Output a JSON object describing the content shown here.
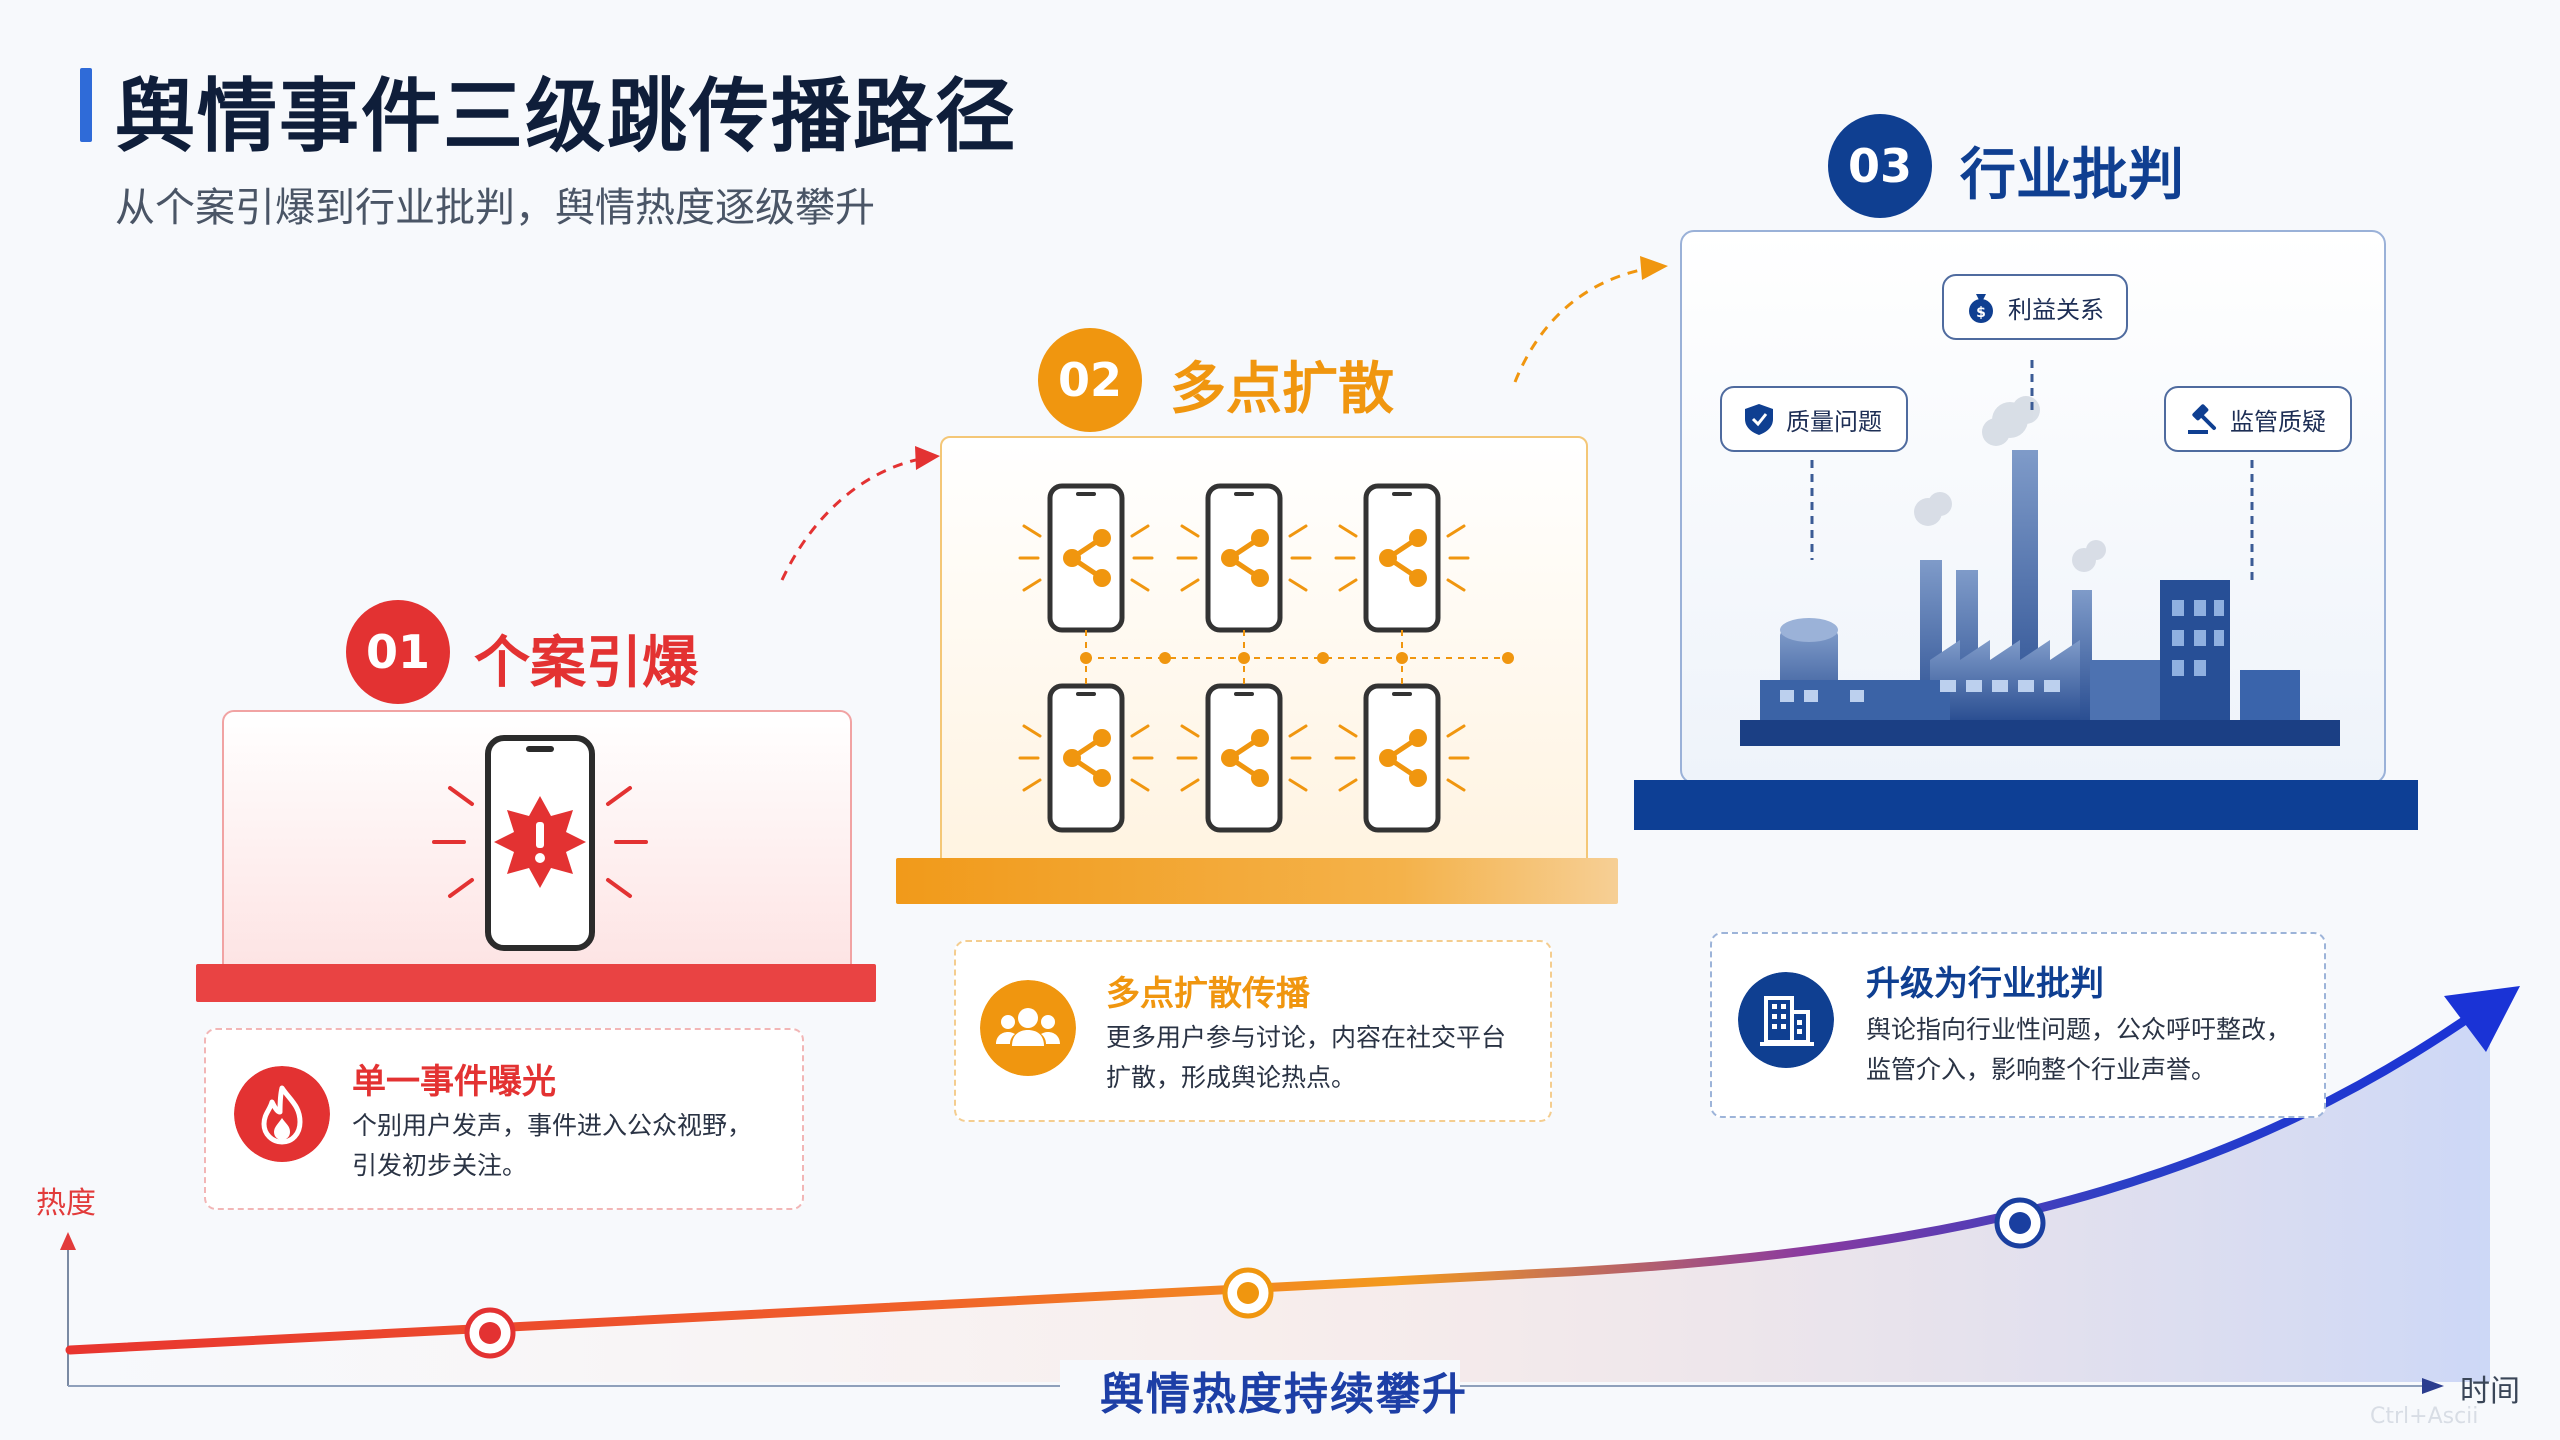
{
  "header": {
    "title": "舆情事件三级跳传播路径",
    "subtitle": "从个案引爆到行业批判，舆情热度逐级攀升"
  },
  "steps": [
    {
      "number": "01",
      "title": "个案引爆",
      "color": "#e33232",
      "card_title": "单一事件曝光",
      "card_desc": [
        "个别用户发声，事件进入公众视野，",
        "引发初步关注。"
      ],
      "icon": "fire-icon"
    },
    {
      "number": "02",
      "title": "多点扩散",
      "color": "#f0960f",
      "card_title": "多点扩散传播",
      "card_desc": [
        "更多用户参与讨论，内容在社交平台",
        "扩散，形成舆论热点。"
      ],
      "icon": "users-icon"
    },
    {
      "number": "03",
      "title": "行业批判",
      "color": "#0f3f91",
      "card_title": "升级为行业批判",
      "card_desc": [
        "舆论指向行业性问题，公众呼吁整改，",
        "监管介入，影响整个行业声誉。"
      ],
      "icon": "building-icon"
    }
  ],
  "tags": {
    "interest": "利益关系",
    "quality": "质量问题",
    "regulation": "监管质疑"
  },
  "axis": {
    "y_label": "热度",
    "x_label": "时间",
    "curve_label": "舆情热度持续攀升"
  },
  "colors": {
    "accent_blue": "#2f6bd8",
    "red": "#e33232",
    "orange": "#f0960f",
    "navy": "#0f3f91"
  },
  "watermark": "Ctrl+Ascii"
}
